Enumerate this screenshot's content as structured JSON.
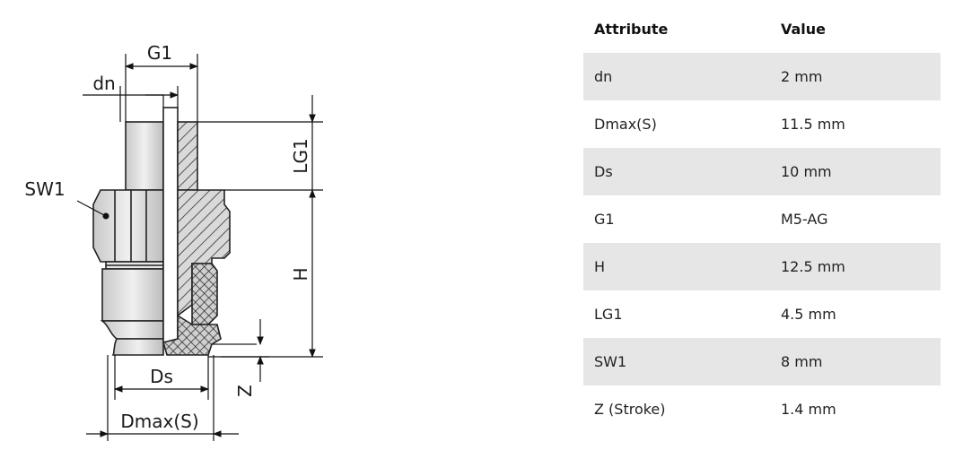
{
  "drawing": {
    "labels": {
      "g1": "G1",
      "dn": "dn",
      "sw1": "SW1",
      "lg1": "LG1",
      "h": "H",
      "z": "Z",
      "ds": "Ds",
      "dmax": "Dmax(S)"
    }
  },
  "table": {
    "headers": {
      "attribute": "Attribute",
      "value": "Value"
    },
    "rows": [
      {
        "attribute": "dn",
        "value": "2 mm"
      },
      {
        "attribute": "Dmax(S)",
        "value": "11.5 mm"
      },
      {
        "attribute": "Ds",
        "value": "10 mm"
      },
      {
        "attribute": "G1",
        "value": "M5-AG"
      },
      {
        "attribute": "H",
        "value": "12.5 mm"
      },
      {
        "attribute": "LG1",
        "value": "4.5 mm"
      },
      {
        "attribute": "SW1",
        "value": "8 mm"
      },
      {
        "attribute": "Z (Stroke)",
        "value": "1.4 mm"
      }
    ]
  }
}
